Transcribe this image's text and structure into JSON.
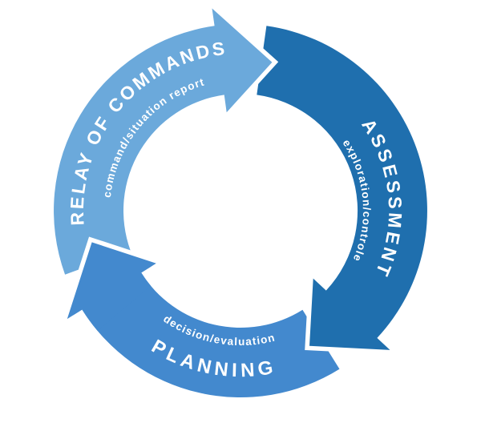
{
  "diagram": {
    "name": "command-cycle-diagram",
    "background_color": "#FFFFFF",
    "text_color": "#FFFFFF",
    "segments": [
      {
        "id": "relay",
        "label": "RELAY OF COMMANDS",
        "sublabel": "command/situation report",
        "color": "#6BA9DB"
      },
      {
        "id": "assessment",
        "label": "ASSESSMENT",
        "sublabel": "exploration/controle",
        "color": "#1F6FAE"
      },
      {
        "id": "planning",
        "label": "PLANNING",
        "sublabel": "decision/evaluation",
        "color": "#4389CE"
      }
    ]
  }
}
